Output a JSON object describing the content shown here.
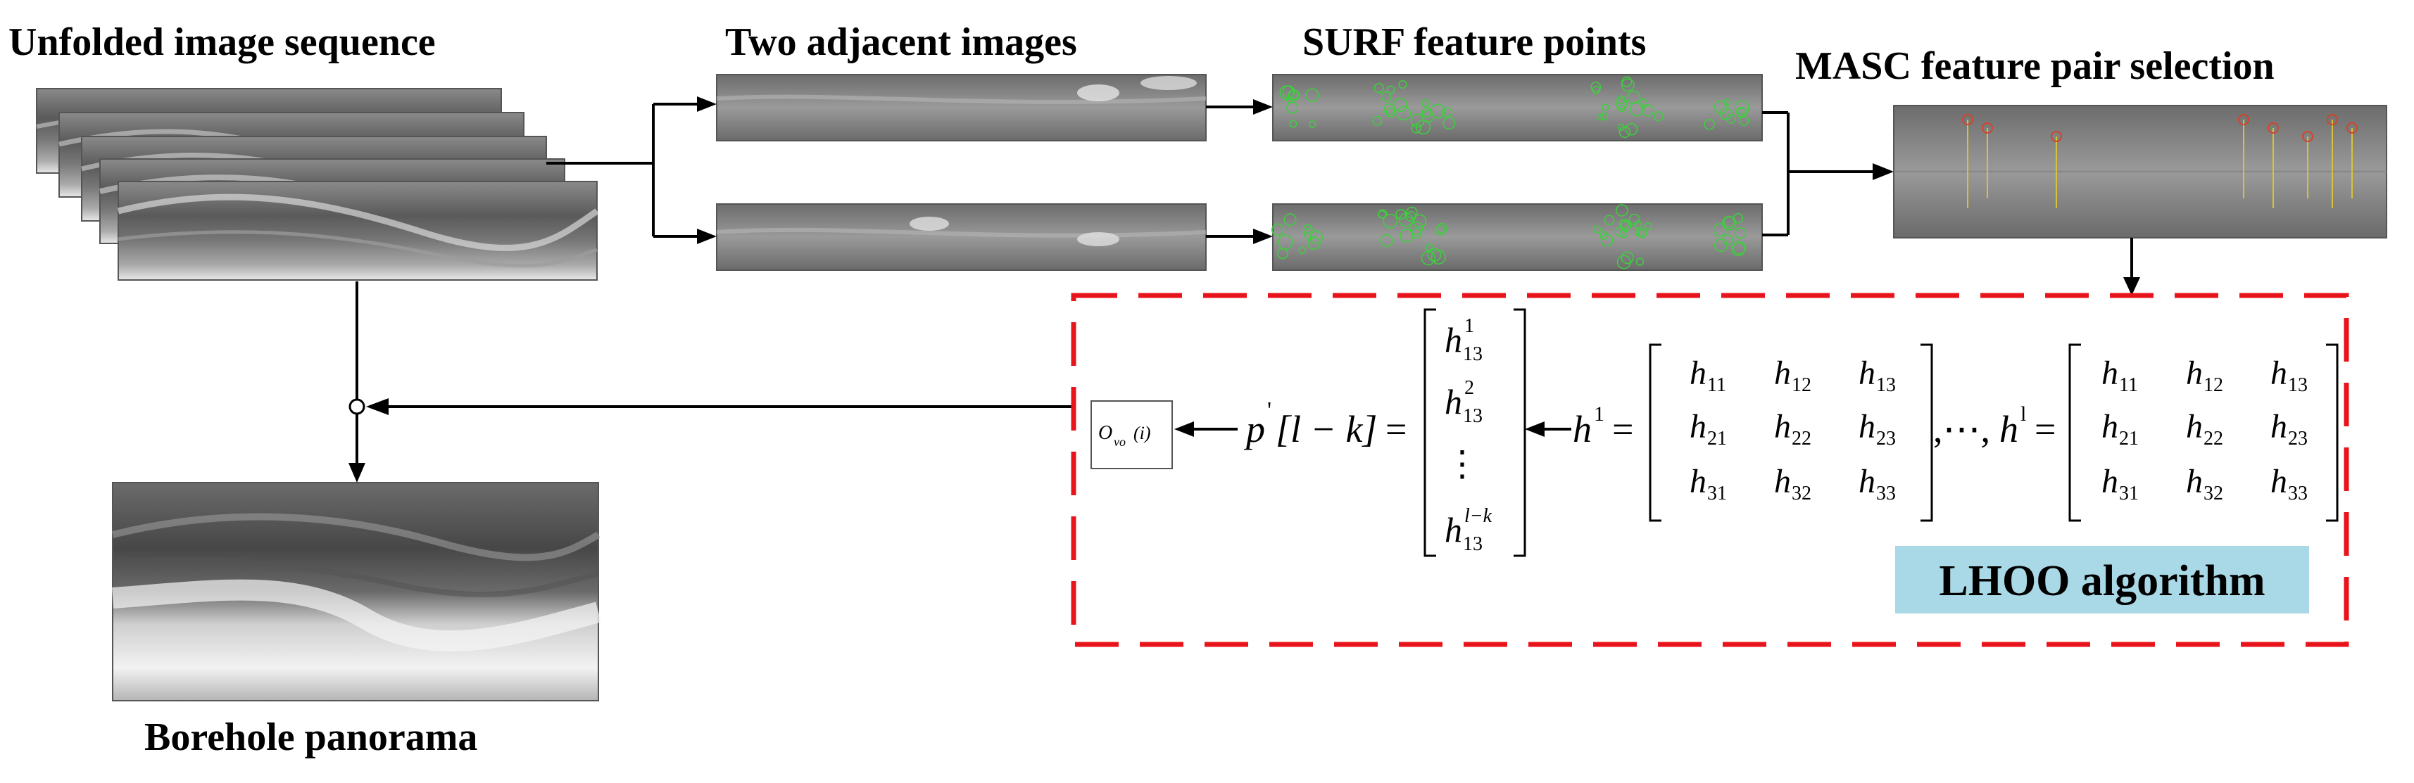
{
  "titles": {
    "unfolded": "Unfolded image sequence",
    "adjacent": "Two adjacent images",
    "surf": "SURF feature points",
    "masc": "MASC feature pair selection",
    "panorama": "Borehole panorama"
  },
  "lhoo_label": "LHOO algorithm",
  "ovo_box": {
    "base": "O",
    "sub": "vo",
    "arg": "(i)"
  },
  "equation": {
    "p": "p",
    "prime": "'",
    "index": "[l − k]",
    "eq": "=",
    "h1": "h",
    "h1_sup": "1",
    "hl": "h",
    "hl_sup": "l",
    "ellipsis": ",⋯,",
    "vector": [
      {
        "base": "h",
        "sub": "13",
        "sup": "1"
      },
      {
        "base": "h",
        "sub": "13",
        "sup": "2"
      },
      {
        "base": "⋮",
        "sub": "",
        "sup": ""
      },
      {
        "base": "h",
        "sub": "13",
        "sup": "l−k"
      }
    ],
    "matrix": [
      [
        "11",
        "12",
        "13"
      ],
      [
        "21",
        "22",
        "23"
      ],
      [
        "31",
        "32",
        "33"
      ]
    ]
  },
  "colors": {
    "dashed_box": "#e8141b",
    "lhoo_fill": "#a9d9e6",
    "surf_points": "#3ecf3e",
    "masc_circles": "#d2442a",
    "masc_lines": "#d8c23a"
  },
  "icons": [
    "rock-texture-image",
    "arrow-head",
    "junction-circle"
  ]
}
